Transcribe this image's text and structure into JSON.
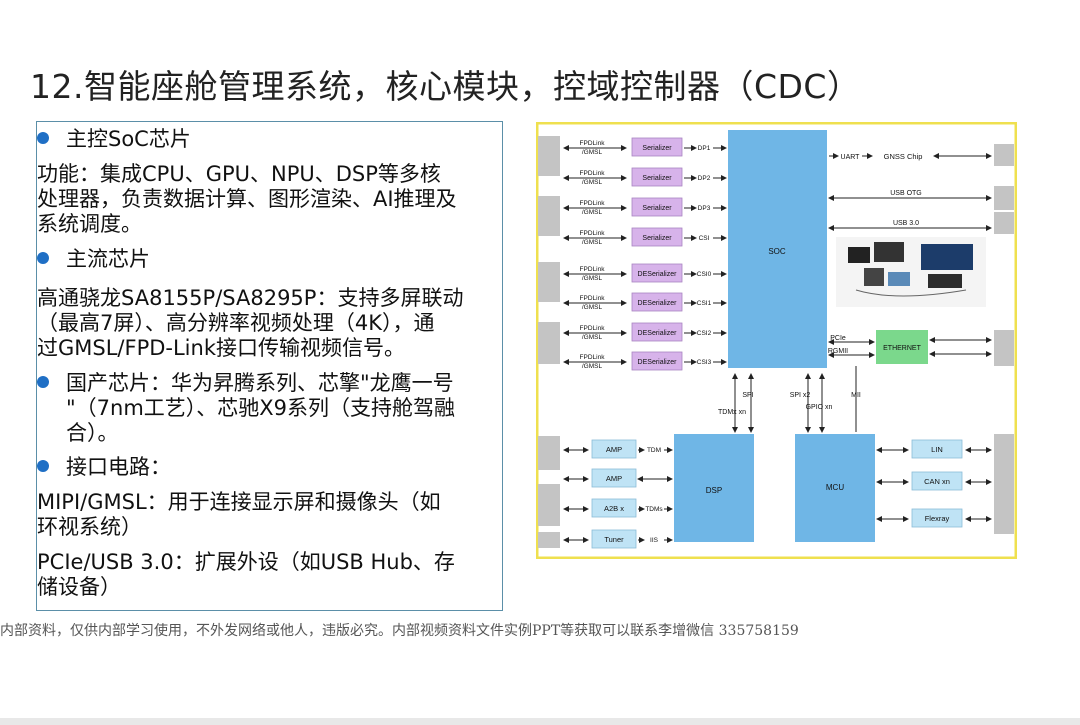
{
  "slide": {
    "title": "12.智能座舱管理系统，核心模块，控域控制器（CDC）",
    "footer": "内部资料，仅供内部学习使用，不外发网络或他人，违版必究。内部视频资料文件实例PPT等获取可以联系李增微信  335758159"
  },
  "content": {
    "b1": "主控SoC芯片",
    "p1": [
      "功能：集成CPU、GPU、NPU、DSP等多核",
      "处理器，负责数据计算、图形渲染、AI推理及",
      "系统调度。"
    ],
    "b2": "主流芯片",
    "p2": [
      "高通骁龙SA8155P/SA8295P：支持多屏联动",
      "（最高7屏）、高分辨率视频处理（4K），通",
      "过GMSL/FPD-Link接口传输视频信号。"
    ],
    "b3": [
      "国产芯片：华为昇腾系列、芯擎\"龙鹰一号",
      "\"（7nm工艺）、芯驰X9系列（支持舱驾融",
      "合）。"
    ],
    "b4": "接口电路：",
    "p4": [
      "MIPI/GMSL：用于连接显示屏和摄像头（如",
      "环视系统）"
    ],
    "p5": [
      "PCIe/USB 3.0：扩展外设（如USB Hub、存",
      "储设备）"
    ]
  },
  "diagram": {
    "soc": "SOC",
    "dsp": "DSP",
    "mcu": "MCU",
    "ethernet": "ETHERNET",
    "gnss": "GNSS Chip",
    "usb_otg": "USB OTG",
    "usb3": "USB 3.0",
    "uart": "UART",
    "pcie": "PCIe",
    "rgmii": "RGMII",
    "mii": "MII",
    "fpd_top": "FPDLink",
    "fpd_bot": "/GMSL",
    "serializer": "Serializer",
    "deserializer": "DESerializer",
    "dp1": "DP1",
    "dp2": "DP2",
    "dp3": "DP3",
    "csi": "CSI",
    "csi0": "CSI0",
    "csi1": "CSI1",
    "csi2": "CSI2",
    "csi3": "CSI3",
    "spi": "SPI",
    "tdm_xn": "TDMx xn",
    "spi_x2": "SPI x2",
    "gpio_xn": "GPIO xn",
    "amp": "AMP",
    "a2b": "A2B x",
    "tuner": "Tuner",
    "tdm": "TDM",
    "tdms": "TDMs",
    "iis": "IIS",
    "lin": "LIN",
    "can": "CAN xn",
    "flexray": "Flexray"
  },
  "colors": {
    "soc_blue": "#6fb6e6",
    "serializer_purple": "#d7b3ea",
    "ethernet_green": "#7bd88c",
    "frame_yellow": "#efe04f",
    "bullet_blue": "#1f6fc5",
    "connector_gray": "#c4c4c4"
  }
}
